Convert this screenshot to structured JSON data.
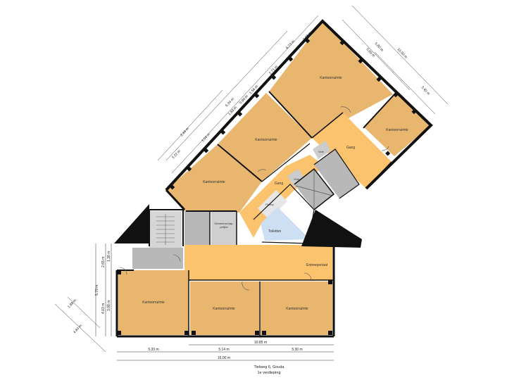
{
  "colors": {
    "office": "#e9b670",
    "corridor": "#fbc36e",
    "grey": "#b8b8b8",
    "blue": "#cde0f3",
    "wall": "#111111"
  },
  "rooms": {
    "kantoor_top": "Kantoorruimte",
    "kantoor_right": "Kantoorruimte",
    "kantoor_mid": "Kantoorruimte",
    "kantoor_left": "Kantoorruimte",
    "kantoor_bl": "Kantoorruimte",
    "kantoor_bm": "Kantoorruimte",
    "kantoor_br": "Kantoorruimte",
    "gang_right": "Gang",
    "gang_center": "Gang",
    "vide_1": "Vide",
    "vide_2": "Vide",
    "pantry": "Pantry",
    "toiletten": "Toiletten",
    "gemeenschap_line1": "Gemeenschap-",
    "gemeenschap_line2": "pelijke",
    "entreeportaal": "Entreeportaal"
  },
  "dimensions": {
    "d_673": "6.73 m",
    "d_398": "3.98 m",
    "d_580": "5.80 m",
    "d_1050": "10.50 m",
    "d_569": "5.69 m",
    "d_340": "3.40 m",
    "d_534": "5.34 m",
    "d_271": "2.71 m",
    "d_244": "2.44 m",
    "d_156": "1.56 m",
    "d_090": "0.90 m",
    "d_169": "1.69 m",
    "d_304": "3.04 m",
    "d_322": "3.22 m",
    "d_265": "2.65 m",
    "d_138": "1.38 m",
    "d_579": "5.79 m",
    "d_403": "4.03 m",
    "d_308": "3.08 m",
    "d_188": "1.88 m",
    "d_460": "4.60 m",
    "d_1085": "10.85 m",
    "d_533": "5.33 m",
    "d_514": "5.14 m",
    "d_530": "5.30 m",
    "d_1600": "16.00 m"
  },
  "caption": {
    "line1": "Tielweg 6, Gouda",
    "line2": "1e verdieping"
  }
}
